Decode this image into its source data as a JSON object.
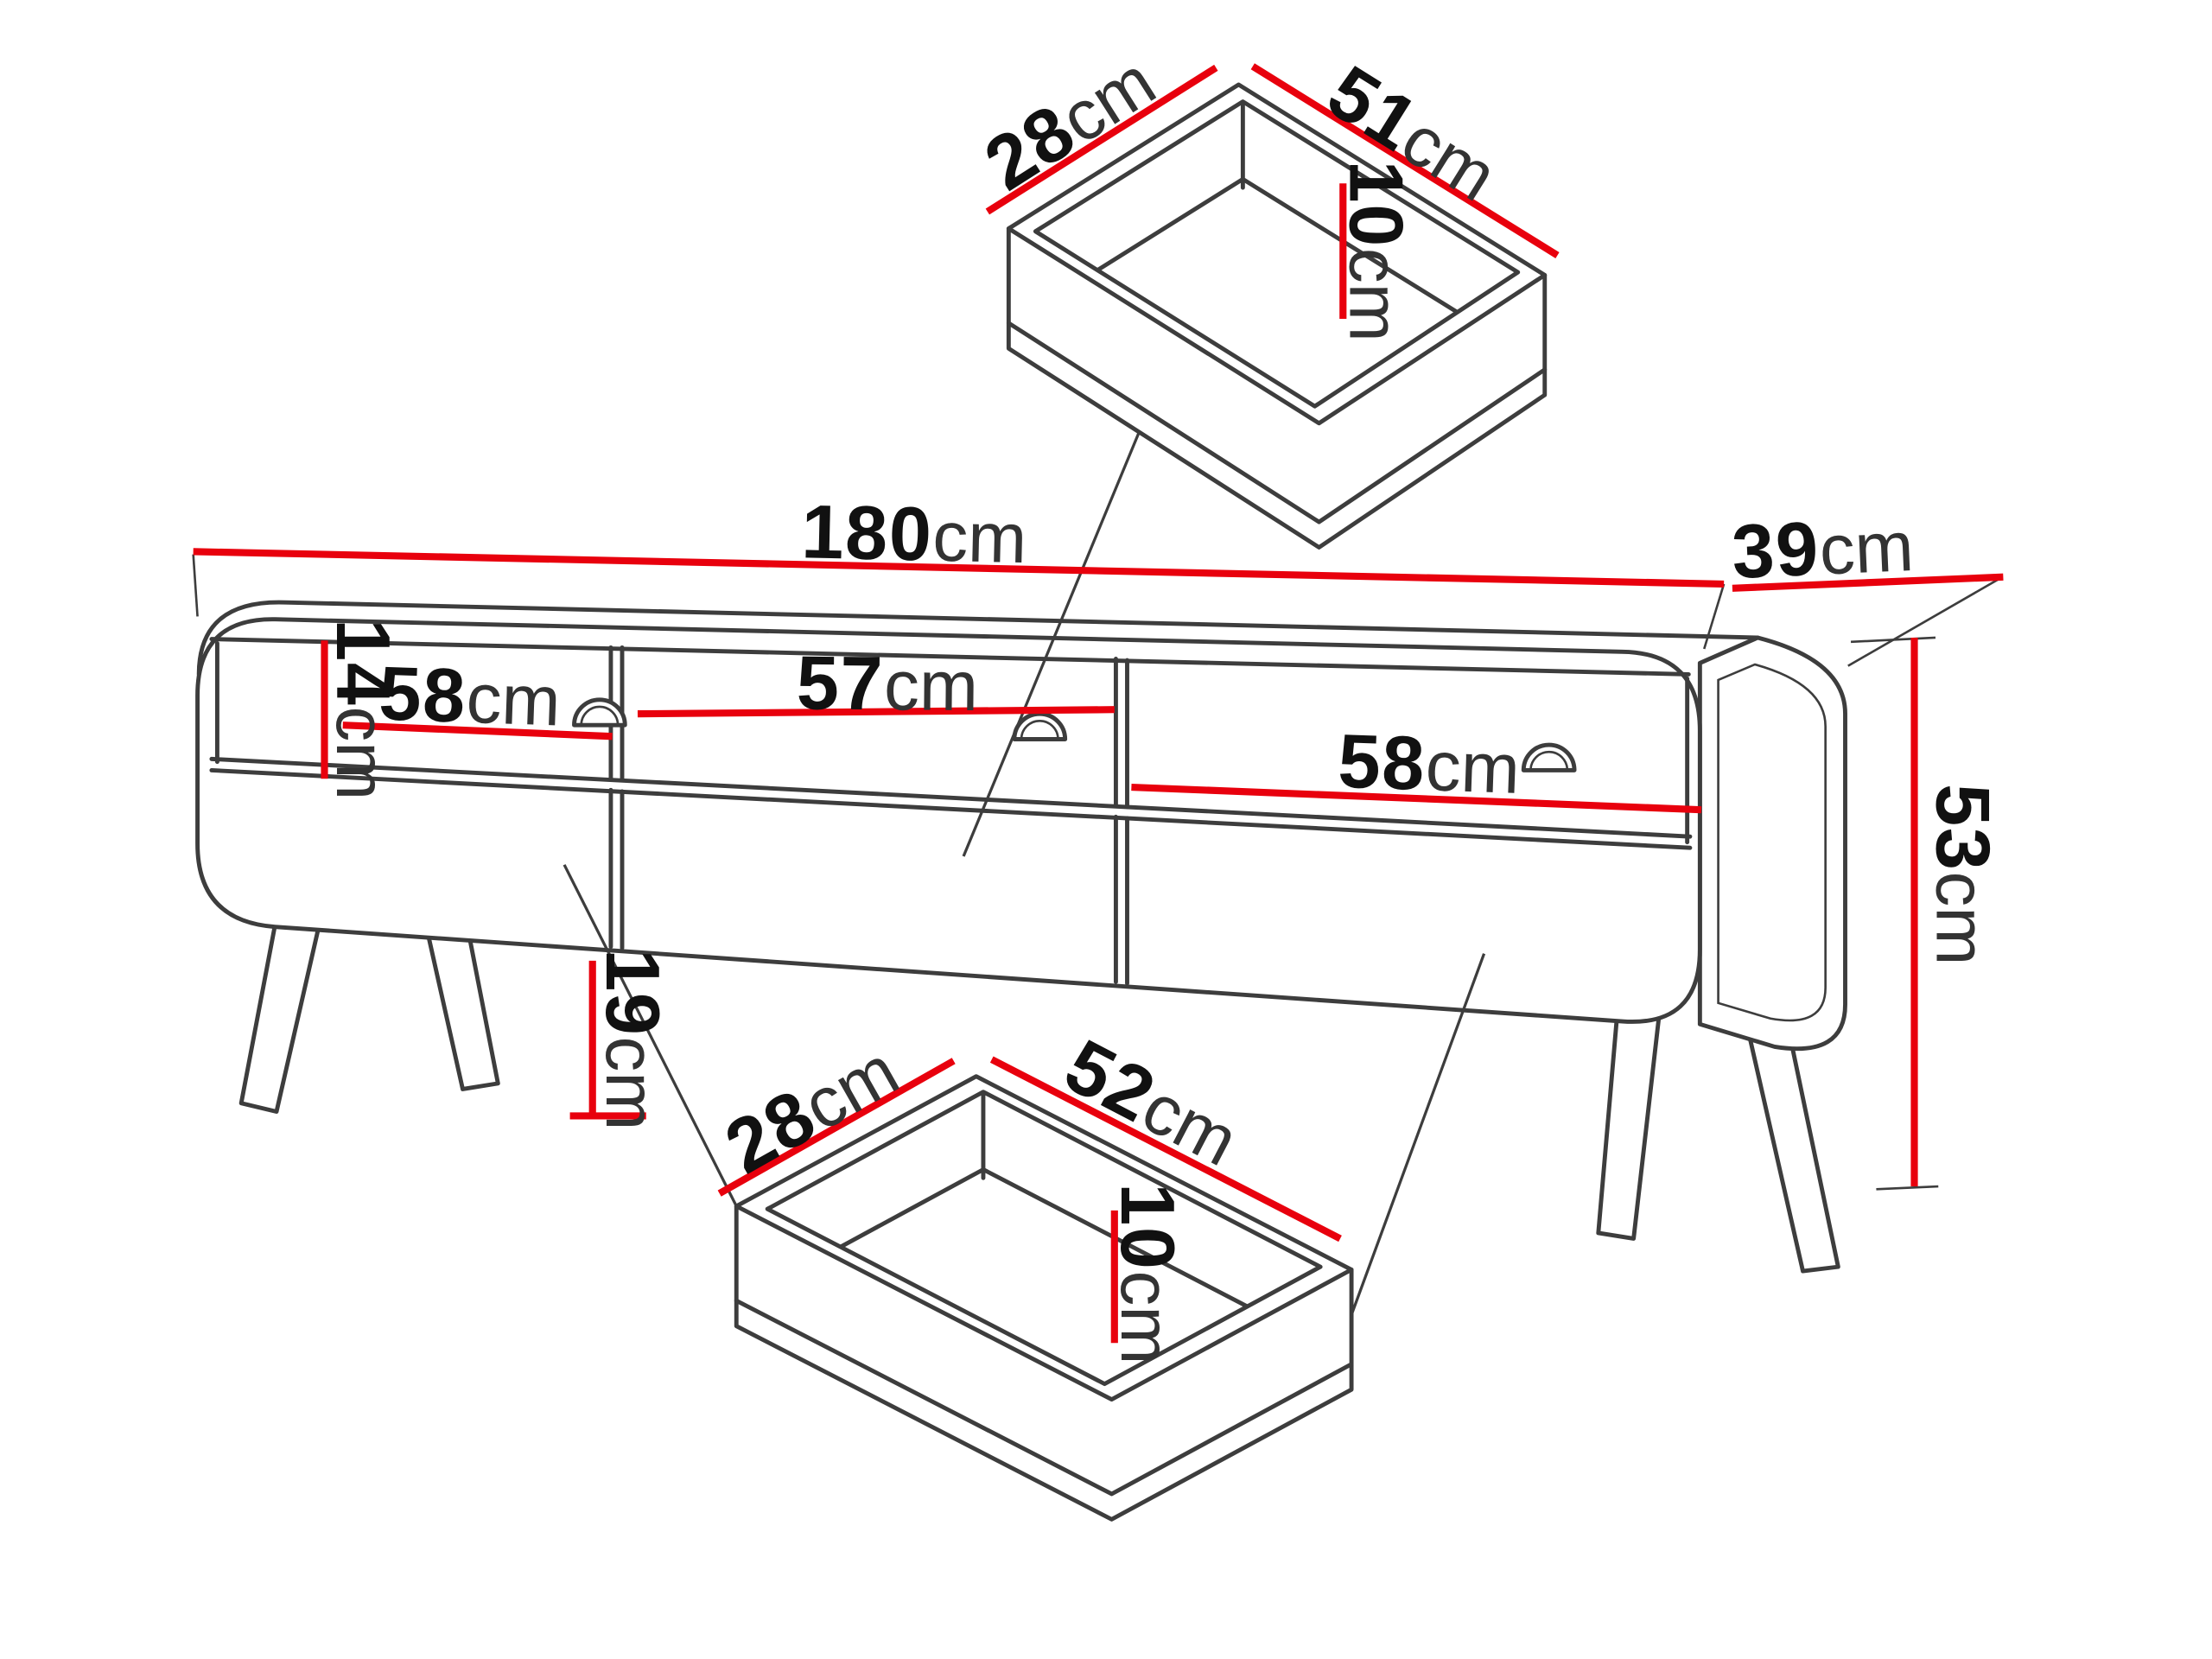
{
  "diagram": {
    "type": "furniture-dimension-drawing",
    "subject": "TV stand with open shelves, three drawer fronts, splayed legs and two pull-out drawers"
  },
  "unit": "cm",
  "colors": {
    "background": "#ffffff",
    "outline": "#3d3d3d",
    "dimension_line": "#e8000d",
    "label_number": "#111111",
    "label_unit": "#333333"
  },
  "cabinet": {
    "width": "180",
    "depth": "39",
    "height": "53",
    "open_shelf_height": "14",
    "left_compartment_width": "58",
    "middle_compartment_width": "57",
    "right_compartment_width": "58",
    "ground_clearance": "19"
  },
  "top_drawer": {
    "depth": "28",
    "width": "51",
    "inner_height": "10"
  },
  "bottom_drawer": {
    "depth": "28",
    "width": "52",
    "inner_height": "10"
  }
}
